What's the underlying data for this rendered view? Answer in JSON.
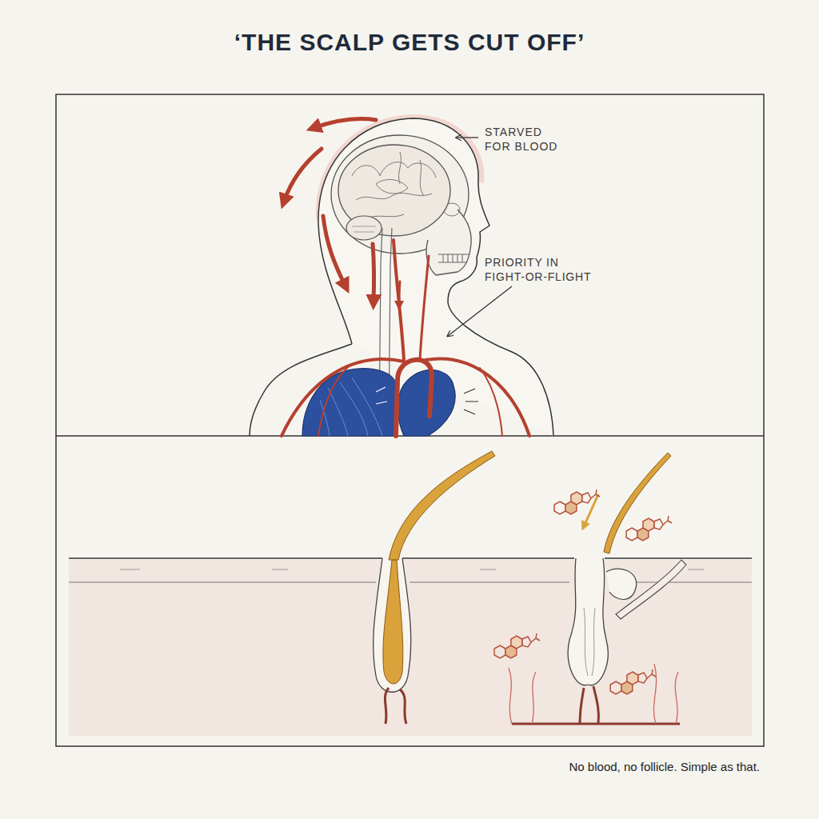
{
  "diagram": {
    "title": "‘THE SCALP GETS CUT OFF’",
    "labels": [
      "STARVED FOR BLOOD",
      "PRIORITY IN FIGHT-OR-FLIGHT"
    ],
    "caption": "No blood, no follicle. Simple as that."
  }
}
